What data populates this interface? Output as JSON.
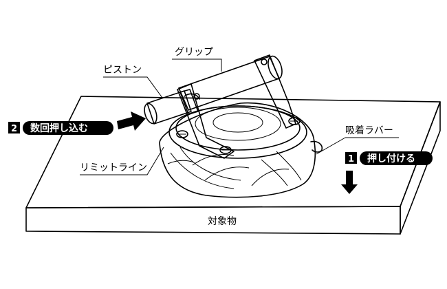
{
  "labels": {
    "piston": "ピストン",
    "grip": "グリップ",
    "limit_line": "リミットライン",
    "suction_rubber": "吸着ラバー",
    "target": "対象物"
  },
  "steps": [
    {
      "number": "1",
      "text": "押し付ける"
    },
    {
      "number": "2",
      "text": "数回押し込む"
    }
  ],
  "colors": {
    "ink": "#000000",
    "background": "#ffffff",
    "rubber_shade": "#e6e6e6"
  }
}
